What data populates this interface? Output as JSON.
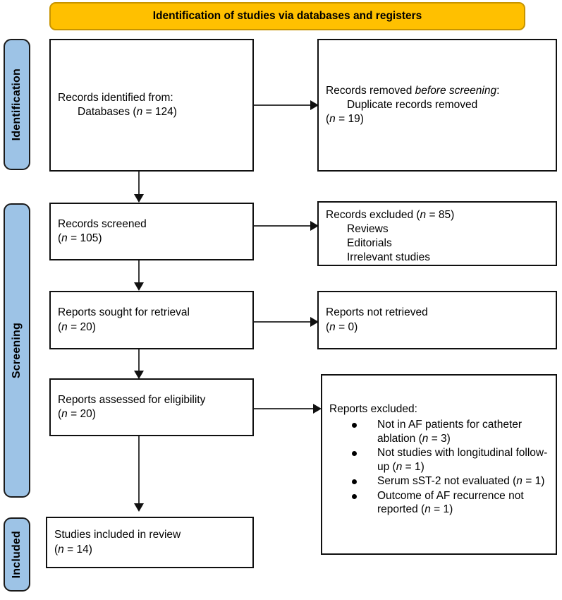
{
  "banner": {
    "title": "Identification of studies via databases and registers"
  },
  "phases": [
    {
      "id": "identification",
      "label": "Identification"
    },
    {
      "id": "screening",
      "label": "Screening"
    },
    {
      "id": "included",
      "label": "Included"
    }
  ],
  "boxes": {
    "records_identified": {
      "line1": "Records identified from:",
      "line2_prefix": "Databases (",
      "line2_n": "n",
      "line2_suffix": " = 124)"
    },
    "records_removed": {
      "line1_prefix": "Records removed ",
      "line1_italic": "before screening",
      "line1_suffix": ":",
      "line2": "Duplicate records removed",
      "line3_prefix": "(",
      "line3_n": "n",
      "line3_suffix": " = 19)"
    },
    "records_screened": {
      "line1": "Records screened",
      "line2_prefix": "(",
      "line2_n": "n",
      "line2_suffix": " = 105)"
    },
    "records_excluded": {
      "line1_prefix": "Records excluded (",
      "line1_n": "n",
      "line1_suffix": " = 85)",
      "reasons": [
        "Reviews",
        "Editorials",
        "Irrelevant studies"
      ]
    },
    "reports_sought": {
      "line1": "Reports sought for retrieval",
      "line2_prefix": "(",
      "line2_n": "n",
      "line2_suffix": " = 20)"
    },
    "reports_not_retrieved": {
      "line1": "Reports not retrieved",
      "line2_prefix": "(",
      "line2_n": "n",
      "line2_suffix": " = 0)"
    },
    "reports_assessed": {
      "line1": "Reports assessed for eligibility",
      "line2_prefix": "(",
      "line2_n": "n",
      "line2_suffix": " = 20)"
    },
    "reports_excluded": {
      "heading": "Reports excluded:",
      "items": [
        {
          "text_before": "Not in AF patients for catheter ablation (",
          "n": "n",
          "text_after": " = 3)"
        },
        {
          "text_before": "Not studies with longitudinal follow-up (",
          "n": "n",
          "text_after": " = 1)"
        },
        {
          "text_before": "Serum sST-2 not evaluated (",
          "n": "n",
          "text_after": " = 1)"
        },
        {
          "text_before": "Outcome of AF recurrence not reported (",
          "n": "n",
          "text_after": " = 1)"
        }
      ]
    },
    "studies_included": {
      "line1": "Studies included in review",
      "line2_prefix": "(",
      "line2_n": "n",
      "line2_suffix": " = 14)"
    }
  },
  "colors": {
    "phase_bar_fill": "#9DC3E6",
    "banner_fill": "#FFC000",
    "box_border": "#101010",
    "connector": "#3a3a3a",
    "text": "#000000"
  }
}
